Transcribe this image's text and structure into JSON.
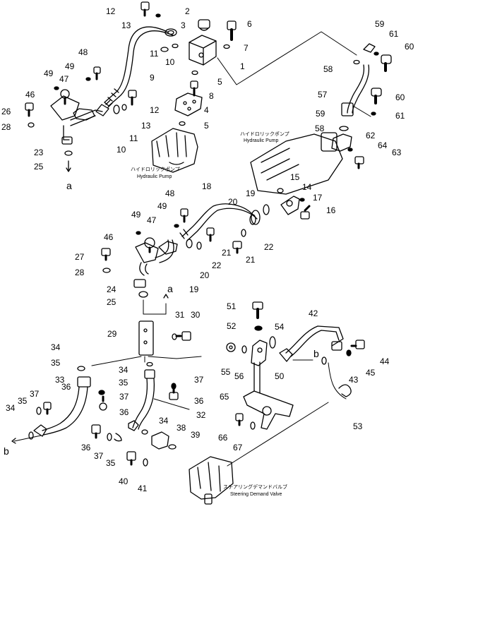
{
  "captions": {
    "pump_jp": "ハイドロリックポンプ",
    "pump_en": "Hydraulic Pump",
    "pump2_jp": "ハイドロリックポンプ",
    "pump2_en": "Hydraulic Pump",
    "valve_jp": "ステアリングデマンドバルブ",
    "valve_en": "Steering Demand Valve"
  },
  "refs": {
    "a1": "a",
    "a2": "a",
    "b1": "b",
    "b2": "b"
  },
  "labels": [
    "12",
    "13",
    "2",
    "3",
    "6",
    "7",
    "1",
    "11",
    "10",
    "9",
    "5",
    "8",
    "4",
    "12",
    "13",
    "11",
    "10",
    "5",
    "48",
    "49",
    "49",
    "47",
    "46",
    "26",
    "28",
    "23",
    "25",
    "59",
    "61",
    "60",
    "58",
    "57",
    "60",
    "59",
    "61",
    "58",
    "62",
    "64",
    "63",
    "18",
    "48",
    "49",
    "49",
    "47",
    "46",
    "27",
    "28",
    "24",
    "25",
    "20",
    "19",
    "15",
    "14",
    "17",
    "16",
    "21",
    "22",
    "22",
    "21",
    "20",
    "19",
    "31",
    "30",
    "29",
    "51",
    "52",
    "54",
    "42",
    "55",
    "56",
    "50",
    "44",
    "45",
    "43",
    "53",
    "65",
    "66",
    "67",
    "34",
    "35",
    "33",
    "37",
    "36",
    "35",
    "34",
    "37",
    "36",
    "37",
    "36",
    "32",
    "38",
    "39",
    "34",
    "36",
    "37",
    "35",
    "40",
    "41",
    "35",
    "34"
  ]
}
